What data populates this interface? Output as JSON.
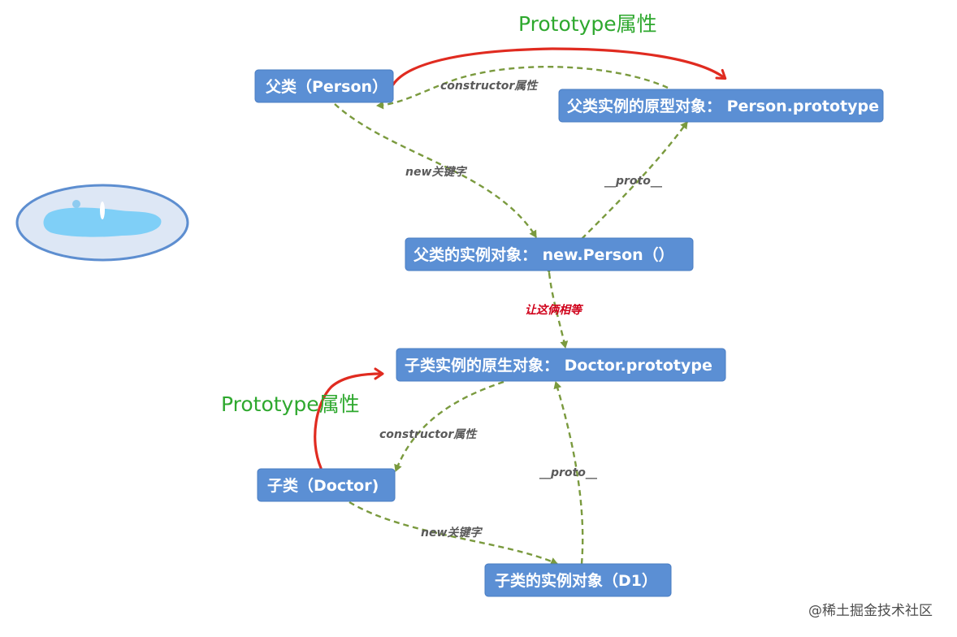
{
  "nodes": {
    "parent_class": "父类（Person）",
    "parent_prototype": "父类实例的原型对象：  Person.prototype",
    "parent_instance": "父类的实例对象：    new.Person（）",
    "child_prototype": "子类实例的原生对象：   Doctor.prototype",
    "child_class": "子类（Doctor)",
    "child_instance": "子类的实例对象（D1）"
  },
  "edge_labels": {
    "top_prototype": "Prototype属性",
    "top_constructor": "constructor属性",
    "top_new": "new关键字",
    "top_proto": "__proto__",
    "equal": "让这俩相等",
    "bottom_prototype": "Prototype属性",
    "bottom_constructor": "constructor属性",
    "bottom_new": "new关键字",
    "bottom_proto": "__proto__"
  },
  "colors": {
    "node_fill": "#5b8fd4",
    "dashed_edge": "#7a9a3e",
    "prototype_edge": "#e02b20",
    "prototype_label": "#2ea82e",
    "equal_label": "#d0021b"
  },
  "watermark": "@稀土掘金技术社区"
}
